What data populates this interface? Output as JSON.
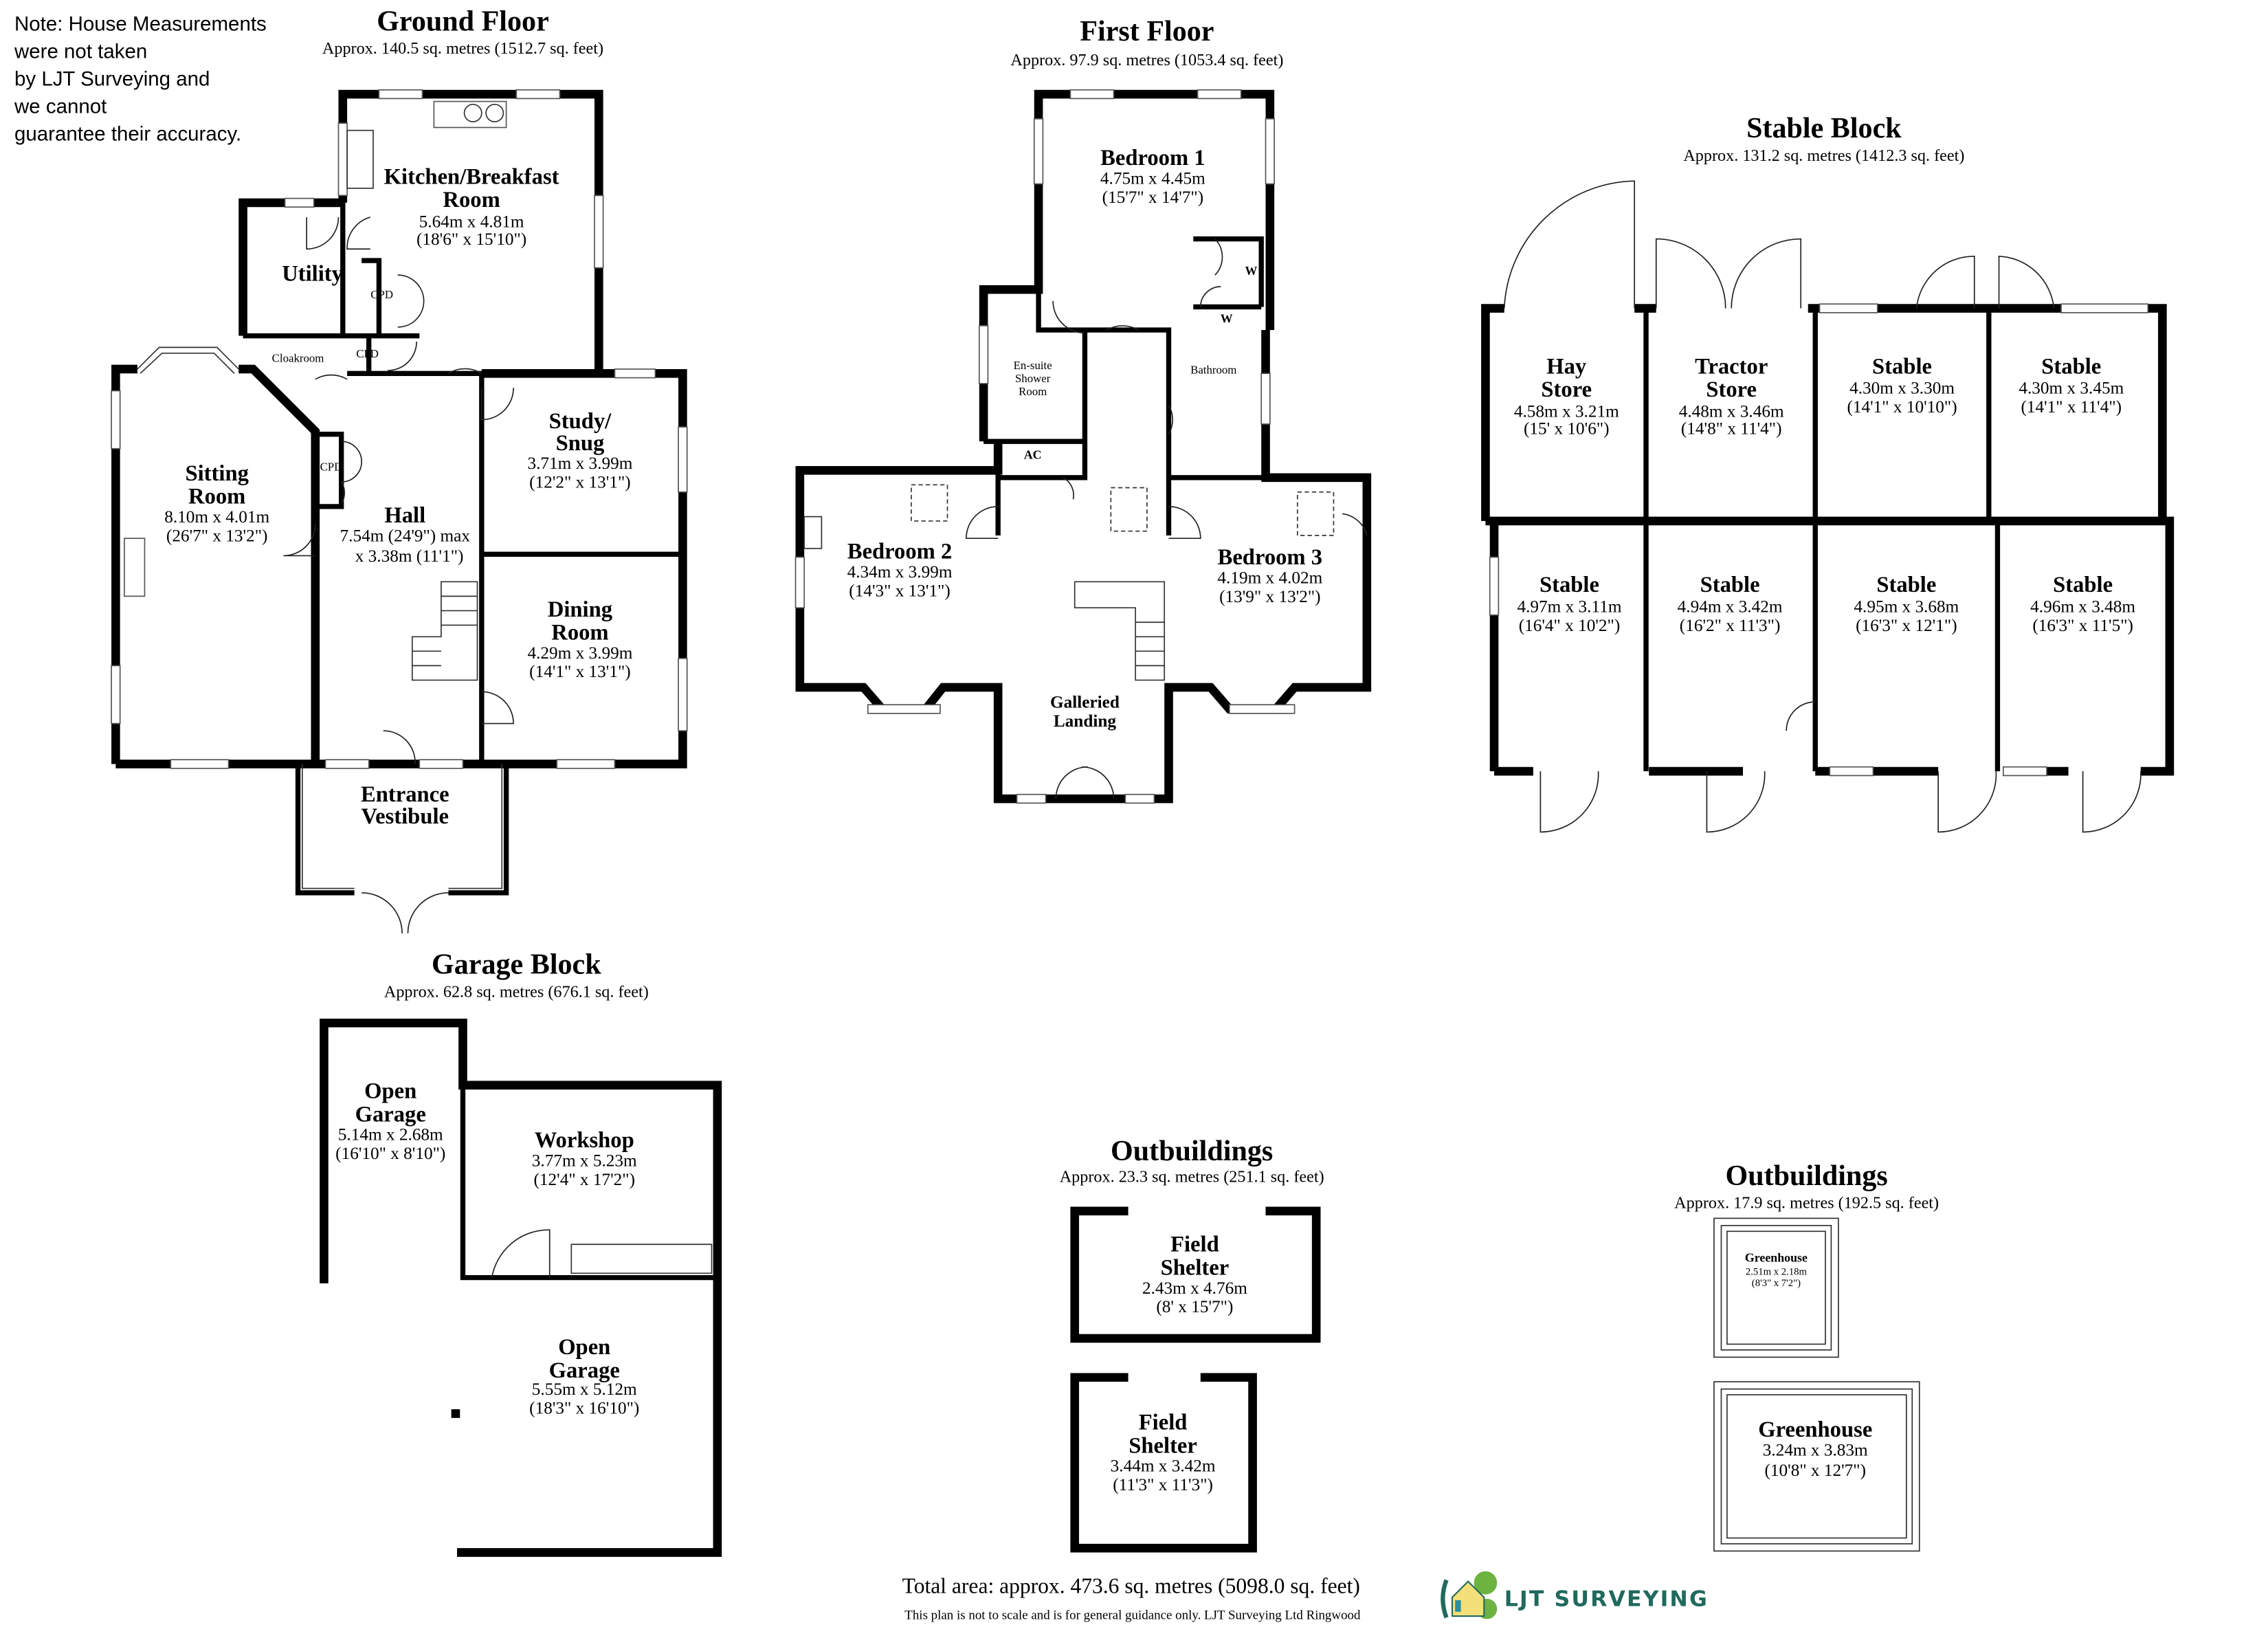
{
  "note": [
    "Note: House Measurements",
    "were not taken",
    "by LJT Surveying and",
    "we cannot",
    " guarantee their accuracy."
  ],
  "ground_floor": {
    "title": "Ground Floor",
    "area": "Approx. 140.5 sq. metres (1512.7 sq. feet)",
    "kitchen": {
      "name_lines": [
        "Kitchen/Breakfast",
        "Room"
      ],
      "metric": "5.64m x 4.81m",
      "imperial": "(18'6\" x 15'10\")"
    },
    "utility": {
      "name": "Utility"
    },
    "cpd_labels": [
      "CPD",
      "CPD",
      "CPD"
    ],
    "cloakroom": {
      "name": "Cloakroom"
    },
    "sitting": {
      "name_lines": [
        "Sitting",
        "Room"
      ],
      "metric": "8.10m x 4.01m",
      "imperial": "(26'7\" x 13'2\")"
    },
    "hall": {
      "name": "Hall",
      "metric": "7.54m (24'9\") max",
      "imperial": "x 3.38m (11'1\")"
    },
    "study": {
      "name_lines": [
        "Study/",
        "Snug"
      ],
      "metric": "3.71m x 3.99m",
      "imperial": "(12'2\" x 13'1\")"
    },
    "dining": {
      "name_lines": [
        "Dining",
        "Room"
      ],
      "metric": "4.29m x 3.99m",
      "imperial": "(14'1\" x 13'1\")"
    },
    "vestibule": {
      "name_lines": [
        "Entrance",
        "Vestibule"
      ]
    }
  },
  "first_floor": {
    "title": "First Floor",
    "area": "Approx. 97.9 sq. metres (1053.4 sq. feet)",
    "bedroom1": {
      "name": "Bedroom 1",
      "metric": "4.75m x 4.45m",
      "imperial": "(15'7\" x 14'7\")"
    },
    "wardrobe_labels": [
      "W",
      "W"
    ],
    "ensuite": {
      "name_lines": [
        "En-suite",
        "Shower",
        "Room"
      ]
    },
    "bathroom": {
      "name": "Bathroom"
    },
    "ac": {
      "name": "AC"
    },
    "bedroom2": {
      "name": "Bedroom 2",
      "metric": "4.34m x 3.99m",
      "imperial": "(14'3\" x 13'1\")"
    },
    "bedroom3": {
      "name": "Bedroom 3",
      "metric": "4.19m x 4.02m",
      "imperial": "(13'9\" x 13'2\")"
    },
    "landing": {
      "name_lines": [
        "Galleried",
        "Landing"
      ]
    }
  },
  "stable_block": {
    "title": "Stable Block",
    "area": "Approx. 131.2 sq. metres (1412.3 sq. feet)",
    "top_row": [
      {
        "name_lines": [
          "Hay",
          "Store"
        ],
        "metric": "4.58m x 3.21m",
        "imperial": "(15' x 10'6\")"
      },
      {
        "name_lines": [
          "Tractor",
          "Store"
        ],
        "metric": "4.48m x 3.46m",
        "imperial": "(14'8\" x 11'4\")"
      },
      {
        "name": "Stable",
        "metric": "4.30m x 3.30m",
        "imperial": "(14'1\" x 10'10\")"
      },
      {
        "name": "Stable",
        "metric": "4.30m x 3.45m",
        "imperial": "(14'1\" x 11'4\")"
      }
    ],
    "bottom_row": [
      {
        "name": "Stable",
        "metric": "4.97m x 3.11m",
        "imperial": "(16'4\" x 10'2\")"
      },
      {
        "name": "Stable",
        "metric": "4.94m x 3.42m",
        "imperial": "(16'2\" x 11'3\")"
      },
      {
        "name": "Stable",
        "metric": "4.95m x 3.68m",
        "imperial": "(16'3\" x 12'1\")"
      },
      {
        "name": "Stable",
        "metric": "4.96m x 3.48m",
        "imperial": "(16'3\" x 11'5\")"
      }
    ]
  },
  "garage_block": {
    "title": "Garage Block",
    "area": "Approx. 62.8 sq. metres (676.1 sq. feet)",
    "open_garage_1": {
      "name_lines": [
        "Open",
        "Garage"
      ],
      "metric": "5.14m x 2.68m",
      "imperial": "(16'10\" x 8'10\")"
    },
    "workshop": {
      "name": "Workshop",
      "metric": "3.77m x 5.23m",
      "imperial": "(12'4\" x 17'2\")"
    },
    "open_garage_2": {
      "name_lines": [
        "Open",
        "Garage"
      ],
      "metric": "5.55m x 5.12m",
      "imperial": "(18'3\" x 16'10\")"
    }
  },
  "outbuildings_1": {
    "title": "Outbuildings",
    "area": "Approx. 23.3 sq. metres (251.1 sq. feet)",
    "shelter1": {
      "name_lines": [
        "Field",
        "Shelter"
      ],
      "metric": "2.43m x 4.76m",
      "imperial": "(8' x 15'7\")"
    },
    "shelter2": {
      "name_lines": [
        "Field",
        "Shelter"
      ],
      "metric": "3.44m x 3.42m",
      "imperial": "(11'3\" x 11'3\")"
    }
  },
  "outbuildings_2": {
    "title": "Outbuildings",
    "area": "Approx. 17.9 sq. metres (192.5 sq. feet)",
    "greenhouse1": {
      "name": "Greenhouse",
      "metric": "2.51m x 2.18m",
      "imperial": "(8'3\" x 7'2\")"
    },
    "greenhouse2": {
      "name": "Greenhouse",
      "metric": "3.24m x 3.83m",
      "imperial": "(10'8\" x 12'7\")"
    }
  },
  "footer": {
    "total": "Total area: approx. 473.6 sq. metres (5098.0 sq. feet)",
    "disclaimer": "This plan is not to scale and is for general guidance only. LJT Surveying Ltd Ringwood",
    "logo_text": "LJT Surveying"
  },
  "colors": {
    "walls": "#000000",
    "logo": "#1f6a5c",
    "logo_green": "#6cb33f"
  }
}
